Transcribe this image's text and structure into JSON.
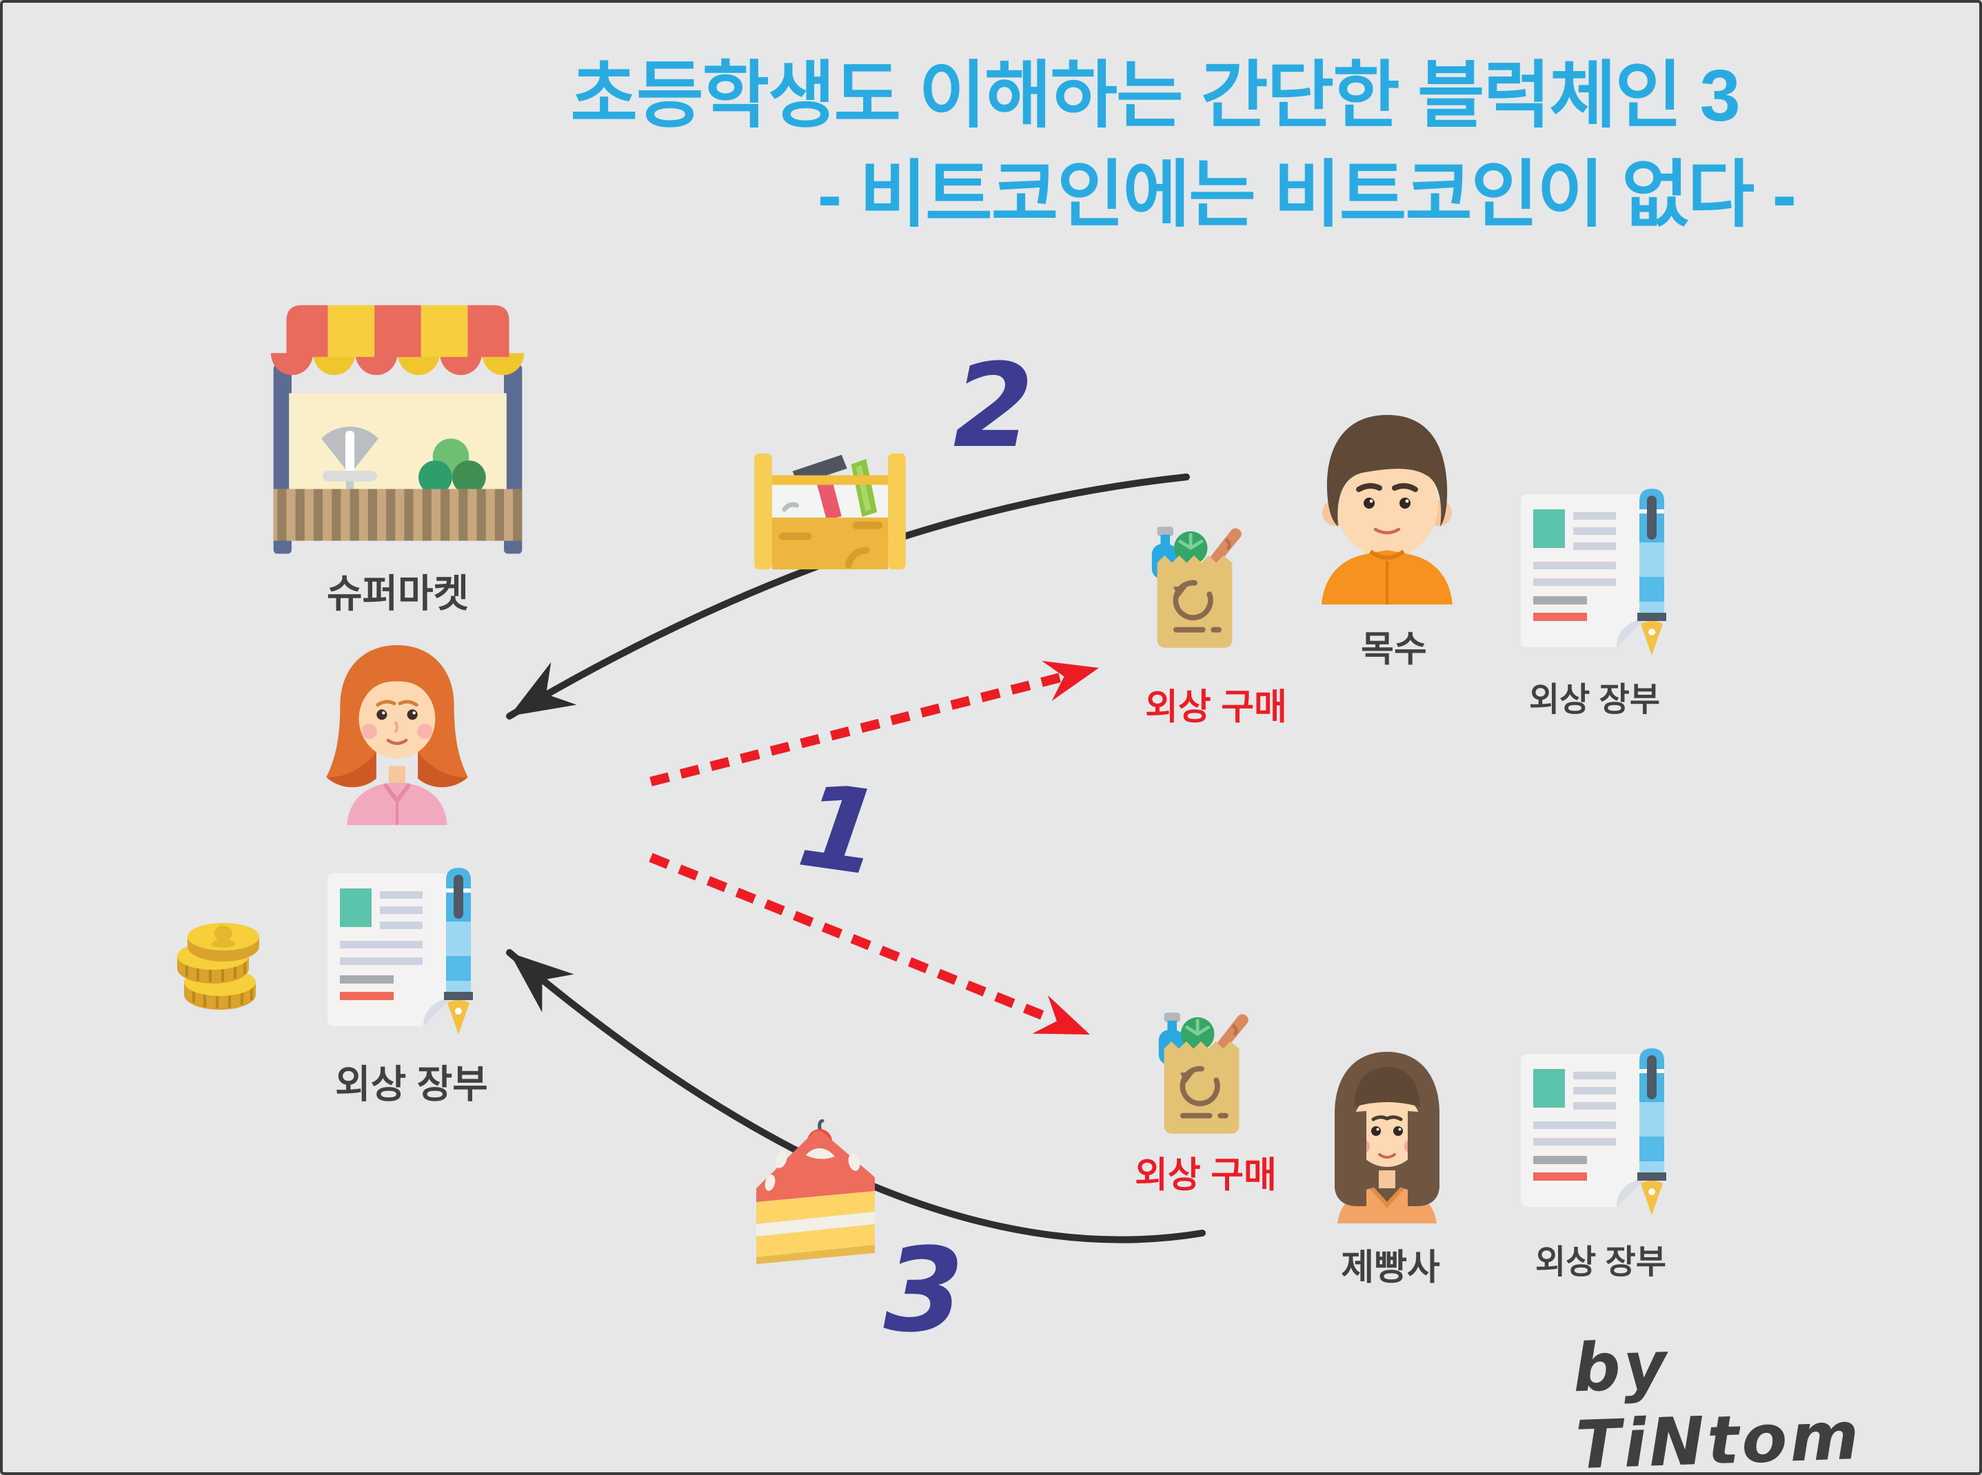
{
  "title": {
    "line1": "초등학생도 이해하는 간단한 블럭체인 3",
    "line2": "- 비트코인에는 비트코인이 없다 -"
  },
  "supermarket": {
    "label": "슈퍼마켓"
  },
  "shopper": {
    "ledger_label": "외상 장부"
  },
  "carpenter": {
    "name": "목수",
    "purchase_label": "외상 구매",
    "ledger_label": "외상 장부"
  },
  "baker": {
    "name": "제빵사",
    "purchase_label": "외상 구매",
    "ledger_label": "외상 장부"
  },
  "steps": {
    "credit_purchase": "1",
    "toolbox_delivery": "2",
    "cake_delivery": "3"
  },
  "signature": "by TiNtom",
  "icons": {
    "supermarket": "market-stall-icon",
    "shopper": "woman-avatar-icon",
    "money": "gold-coins-icon",
    "ledger": "ledger-with-pen-icon",
    "toolbox": "toolbox-icon",
    "cake": "cake-slice-icon",
    "carpenter": "boy-avatar-icon",
    "baker": "girl-avatar-icon",
    "purchase": "grocery-bag-icon"
  },
  "colors": {
    "background": "#e6e7e8",
    "title": "#29abe2",
    "step_number": "#3c3c90",
    "credit_text": "#ed1c24",
    "label_text": "#414042",
    "arrow_black": "#2e2e30",
    "arrow_red": "#ed1c24"
  }
}
